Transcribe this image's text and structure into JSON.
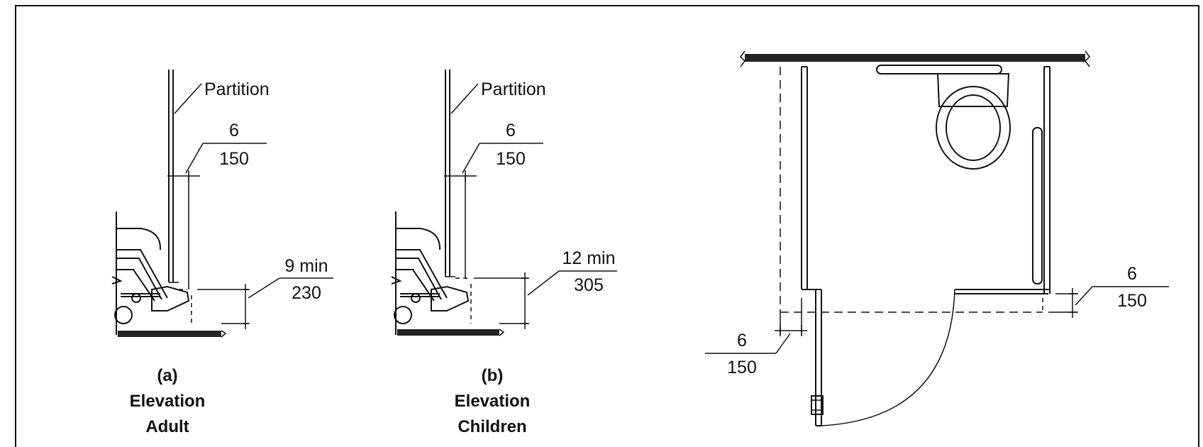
{
  "figure_a": {
    "partition_label": "Partition",
    "dim_top_in": "6",
    "dim_top_mm": "150",
    "dim_toe_in": "9 min",
    "dim_toe_mm": "230",
    "caption_letter": "(a)",
    "caption_line1": "Elevation",
    "caption_line2": "Adult"
  },
  "figure_b": {
    "partition_label": "Partition",
    "dim_top_in": "6",
    "dim_top_mm": "150",
    "dim_toe_in": "12 min",
    "dim_toe_mm": "305",
    "caption_letter": "(b)",
    "caption_line1": "Elevation",
    "caption_line2": "Children"
  },
  "figure_c": {
    "dim_right_in": "6",
    "dim_right_mm": "150",
    "dim_left_in": "6",
    "dim_left_mm": "150"
  }
}
